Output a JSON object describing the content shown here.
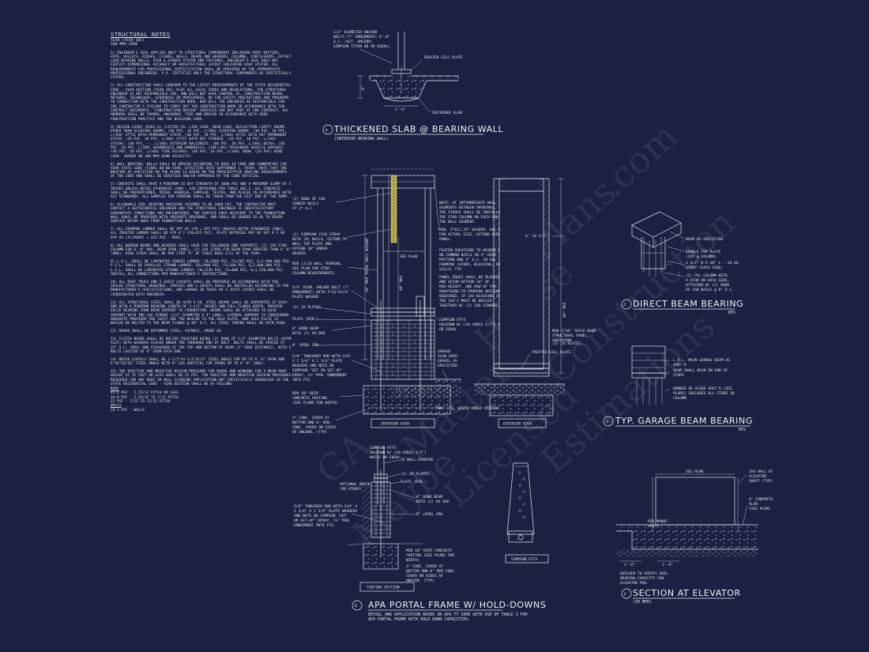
{
  "notes": {
    "title": "STRUCTURAL NOTES",
    "subtitles": [
      "YEAR (YEAR IBC)",
      "100 mph ZONE"
    ],
    "paragraphs": [
      "1) ENGINEER'S SEAL APPLIES ONLY TO STRUCTURAL COMPONENTS INCLUDING ROOF RAFTERS, HIPS, VALLEYS, RIDGES, FLOORS, WALLS, BEAMS AND HEADERS, COLUMNS, CANTILEVERS, OFFSET LOAD BEARING WALLS, PIER & GIRDER SYSTEM AND FOOTINGS. ENGINEER'S SEAL DOES NOT CERTIFY DIMENSIONAL ACCURACY OR ARCHITECTURAL LAYOUT INCLUDING ROOF SYSTEM. ALL REQUIREMENTS FOR PROFESSIONAL CERTIFICATION SHALL BE PROVIDED BY THE APPROPRIATE PROFESSIONAL ENGINEERS. P.A. CERTIFIES ONLY THE STRUCTURAL COMPONENTS AS SPECIFICALLY STATED.",
      "2) ALL CONSTRUCTION SHALL CONFORM TO THE LATEST REQUIREMENTS OF THE STATE RESIDENTIAL CODE - YEAR EDITION (YEAR IRC) PLUS ALL LOCAL CODES AND REGULATIONS. THE STRUCTURAL ENGINEER IS NOT RESPONSIBLE FOR, AND WILL NOT HAVE CONTROL OF, CONSTRUCTION MEANS, METHODS, TECHNIQUES, SEQUENCES OR PROCEDURES, OR FOR SAFETY PRECAUTIONS AND PROGRAMS IN CONNECTION WITH THE CONSTRUCTION WORK, NOR WILL THE ENGINEER BE RESPONSIBLE FOR THE CONTRACTOR'S FAILURE TO CARRY OUT THE CONSTRUCTION WORK IN ACCORDANCE WITH THE CONTRACT DOCUMENTS. \"CONSTRUCTION REVIEW\" SERVICES ARE NOT PART OF OUR CONTRACT. ALL MEMBERS SHALL BE FRAMED, ANCHORED, TIED AND BRACED IN ACCORDANCE WITH GOOD CONSTRUCTION PRACTICE AND THE BUILDING CODE.",
      "3) DESIGN LOADS (R301.4) (LISTED AS: LIVE LOAD, DEAD LOAD, DEFLECTION LIMIT) ROOMS OTHER THAN SLEEPING ROOMS: (40 PSF, 10 PSF, L/360) SLEEPING ROOMS: (30 PSF, 10 PSF, L/360) ATTIC WITH PERMANENT STAIR: (40 PSF, 10 PSF, L/360) ATTIC WITH OUT PERMANENT STAIR: (20 PSF, 10 PSF, L/360) ATTIC WITH OUT STORAGE: (10 PSF, 10 PSF, L/240) STAIRS: (40 PSF, --, L/360) EXTERIOR BALCONIES: (60 PSF, 10 PSF, L/360) DECKS: (40 PSF, 10 PSF, L/360) GUARDRAILS AND HANDRAILS: (200 LBS) PASSENGER VEHICLE GARAGES: (50 PSF, 10 PSF, L/360) FIRE ESCAPES: (40 PSF, 10 PSF, L/360) SNOW: (20 PSF) WIND LOAD: (BASED ON 100 MPH WIND VELOCITY)",
      "4) WALL BRACING: WALLS SHALL BE BRACED ACCORDING TO R602.10 CODE AND COMMENTARY FOR YEAR STATE CODE (FINAL 08-08-YEAR, EFFECTIVE DATE SEPTEMBER 1, YEAR). NOTE THAT THE BRACING AS SPECIFIED ON THE PLANS IS BASED ON THE PRESCRIPTIVE BRACING REQUIREMENTS OF THE CODE AND SHALL BE VERIFIED AND/OR APPROVED BY THE CODE OFFICIAL.",
      "5) CONCRETE SHALL HAVE A MINIMUM 28 DAY STRENGTH OF 3000 PSI AND A MAXIMUM SLUMP OF 5 INCHES UNLESS NOTED OTHERWISE (UNO). AIR ENTRAINED PER TABLE 402.2. ALL CONCRETE SHALL BE PROPORTIONED, MIXED, HANDLED, SAMPLED, TESTED, AND PLACED IN ACCORDANCE WITH ACI STANDARDS. ALL SAMPLES FOR FRAMING SHALL BE TAKEN FROM THE EXIT END OF THE PUMP.",
      "6) ALLOWABLE SOIL BEARING PRESSURE ASSUMED TO BE 2000 PSF. THE CONTRACTOR MUST CONTACT A GEOTECHNICAL ENGINEER AND THE STRUCTURAL ENGINEER IF UNSATISFACTORY SUBSURFACE CONDITIONS ARE ENCOUNTERED. THE SURFACE AREA ADJACENT TO THE FOUNDATION WALL SHALL BE PROVIDED WITH ADEQUATE DRAINAGE, AND SHALL BE GRADED SO AS TO DRAIN SURFACE WATER AWAY FROM FOUNDATION WALLS.",
      "7) ALL FRAMING LUMBER SHALL BE SPF #2 (Fb = 875 PSI) UNLESS NOTED OTHERWISE (UNO). ALL TREATED LUMBER SHALL BE SYP # 2 (Fb=975 PSI). PLATE MATERIAL MAY BE SPF # 3 OR SYP #3 (Fc(perp) = 425 PSI - MIN).",
      "8) ALL WOODEN BEAMS AND HEADERS SHALL HAVE THE FOLLOWING END SUPPORTS: (1) 2x4 STUD COLUMN FOR 6'-0\" MAX. BEAM SPAN (UNO), (2) 2x4 STUDS FOR BEAM SPAN GREATER THAN 6'-0\" (UNO). KING STUDS SHALL BE PER ITEM \"D\" OF TABLE R602.3(5) OF THE YEAR.",
      "9) L.V.L. SHALL BE LAMINATED VENEER LUMBER: Fb=2600 PSI, Fv=285 PSI, E=1,900,000 PSI. P.S.L. SHALL BE PARALLEL STRAND LUMBER: Fb=2900 PSI, Fv=290 PSI, E=2,000,000 PSI. L.S.L. SHALL BE LAMINATED STRAND LUMBER: Fb=2250 PSI, Fv=400 PSI, E=1,550,000 PSI. INSTALL ALL CONNECTIONS PER MANUFACTURER'S INSTRUCTIONS.",
      "10) ALL ROOF TRUSS AND I-JOIST LAYOUTS SHALL BE PREPARED IN ACCORDANCE WITH THE SEALED STRUCTURAL DRAWINGS. TRUSSES AND I-JOISTS SHALL BE INSTALLED ACCORDING TO THE MANUFACTURER'S SPECIFICATIONS. ANY CHANGE IN TRUSS OR I-JOIST LAYOUT SHALL BE COORDINATED WITH ENGINEER.",
      "11) ALL STRUCTURAL STEEL SHALL BE ASTM A-36. STEEL BEAMS SHALL BE SUPPORTED AT EACH END WITH A MINIMUM BEARING LENGTH OF 3-1/2\" INCHES AND FULL FLANGE WIDTH. PROVIDE SOLID BEARING FROM BEAM SUPPORT TO FOUNDATION. BEAMS SHALL BE ATTACHED TO EACH SUPPORT WITH TWO LAG SCREWS (1/2\" DIAMETER x 4\" LONG). LATERAL SUPPORT IS CONSIDERED ADEQUATE PROVIDED THE JOIST ARE TOE NAILED TO THE SOLE PLATE, AND SOLE PLATE IS NAILED OR BOLTED TO THE BEAM FLANGE @ 48\" O.C. ALL STEEL TUBING SHALL BE ASTM A500.",
      "12) REBAR SHALL BE DEFORMED STEEL, ASTM615, GRADE 60.",
      "13) FLITCH BEAMS SHALL BE BOLTED TOGETHER USING (2) ROWS OF 1/2\" DIAMETER BOLTS (ASTM A325) WITH WASHERS PLACED UNDER THE THREADED END OF BOLT. BOLTS SHALL BE SPACED AT 24\" O.C. (MAX) AND STAGGERED AT THE TOP AND BOTTOM OF BEAM (2\" EDGE DISTANCE), WITH 2 BOLTS LOCATED AT 6\" FROM EACH END.",
      "14) BRICK LINTELS SHALL BE 3-1/2\"x3-1/2\"x1/4\" STEEL ANGLE FOR UP TO 6'-0\" SPAN AND 6\"x4\"x5/16\" STEEL ANGLE WITH 6\" LEG VERTICAL FOR SPANS UP TO 9'-0\" (UNO).",
      "15) THE POSITIVE AND NEGATIVE DESIGN PRESSURE FOR DOORS AND WINDOWS FOR A MEAN ROOF HEIGHT OF 35 FEET OR LESS SHALL BE 25 PSF. THE POSITIVE AND NEGATIVE DESIGN PRESSURES REQUIRED FOR ANY ROOF OR WALL CLADDING APPLICATION NOT SPECIFICALLY ADDRESSED IN THE STATE RESIDENTIAL CODE - YEAR EDITION SHALL BE AS FOLLOWS:"
    ],
    "pressures": [
      "ROOF",
      "45.4 PSF - 2.25/12 PITCH OR LESS",
      "34.8 PSF - 2.25/12 TO 7/12 PITCH",
      "21 PSF - 7/12 TO 12/12 PITCH",
      "WALLS",
      "24.1 PSF - WALLS"
    ]
  },
  "details": {
    "A": {
      "letter": "A",
      "title": "THICKENED SLAB @ BEARING WALL",
      "subtitle": "(INTERIOR BEARING WALL)",
      "labels": [
        "1/2\" DIAMETER ANCHOR BOLTS (7\" EMBEDMENT) 6'-0\" O.C. (ALT. ANCHOR: SIMPSON TITEN HD OR EQUAL)",
        "TREATED SILL PLATE",
        "THICKENED SLAB"
      ],
      "dims": [
        "1'-6\"",
        "8\""
      ]
    },
    "B": {
      "letter": "B",
      "title": "APA PORTAL FRAME W/ HOLD-DOWNS",
      "subtitle": "DETAIL AND APPLICATION BASED ON APA TT-100E WITH USE OF TABLE 1 FOR APA PORTAL FRAME WITH HOLD DOWN CAPACITIES.",
      "interior_label": "INTERIOR VIEW",
      "exterior_label": "EXTERIOR VIEW",
      "footing_label": "FOOTING SECTION",
      "hardware_label": "SIMPSON HTT4",
      "left_labels": [
        "(2) ROWS OF 16d SINKER NAILS AT 3\" O.C.",
        "(2) SIMPSON CS16 STRAP WITH (8) NAILS, EXTEND TO WALL TOP PLATE AND EXTEND 20\" UNDER HEADER",
        "MIN (2)2X WALL FRAMING, SEE PLAN FOR STUD COLUMN REQUIREMENTS.",
        "5/8\" DIAM. ANCHOR BOLT (7\" EMBEDMENT) WITH 3\"x3\"x1/4\" PLATE WASHER",
        "(2) 2x PLATES",
        "PLATE (MIN.)",
        "8\" BOND BEAM WITH (1) #4 BAR",
        "8\" (MIN) CMU",
        "5/8\" THREADED ROD WITH 3/8\" x 1 3/4\" x 1 3/4\" PLATE WASHERS AND NUTS OR SIMPSON \"SET OR SET-XP\" EPOXY, 11\" MIN. EMBEDMENT INTO FTG.",
        "MIN 10\" DEEP CONCRETE FOOTING (SEE PLANS FOR WIDTH)",
        "3\" CONC. COVER AT BOTTOM AND 6\" MIN. CONC. COVER ON SIDES OF ANCHOR, (TYP)"
      ],
      "mid_labels": [
        "NOTE: AT INTERMEDIATE WALL SEGMENTS BETWEEN OPENINGS, THE STRAPS SHALL BE INSTALLED AT THE STUD COLUMN ON EACH END OF THE WALL SEGMENT.",
        "MIN. 3\"x11.25\" HEADER. SEE PLAN FOR ACTUAL SIZE. EXTEND OVER PANEL.",
        "FASTEN SHEATHING TO HEADER W/ 8d COMMON NAILS IN 3\" GRID PATTERN AND 3\" O.C. IN ALL FRAMING (STUDS, BLOCKING, AND SILLS) TYP.",
        "PANEL EDGES SHALL BE BLOCKED AND OCCUR WITHIN 24\" OF MID-HEIGHT. ONE ROW OF TYP. SHEATHING-TO-FRAMING NAILING IS REQUIRED. IF 2x4 BLOCKING IS USED, THE 2X4'S MUST BE NAILED TOGETHER W/ (3) 16d SINKERS.",
        "SIMPSON HTT4 HOLDOWN W/ (18-16dx2-1/2\") NAILS OR EQUAL",
        "GARAGE SLAB OVER GRAVEL AS SPECIFIED",
        "MIN. FTG. WIDTH UNDER OPENING"
      ],
      "ext_labels": [
        "MIN 7/16\" THICK WOOD STRUCTURAL PANEL SHEATHING",
        "(2) 2x PLATES",
        "TREATED SILL PLATE"
      ],
      "ext_dims": [
        "6' 10 1/2\"",
        "40\" MAX",
        "6\" MIN",
        "SEE PLAN",
        "10' MAX TOTAL WALL HEIGHT"
      ],
      "footing_labels": [
        "SIMPSON HTT4 HOLDOWN W/ (18-16dx2-1/2\") NAILS OR EQUAL",
        "2X WALL FRAMING",
        "(2) 2x PLATES",
        "PLATE (MIN.)",
        "OPTIONAL BRICK (OR OTHER)",
        "8\" BOND BEAM WITH (1) #4 BAR",
        "8\" (MIN) CMU",
        "5/8\" THREADED ROD WITH 3/8\" x 1 3/4\" x 1 3/4\" PLATE WASHERS AND NUTS OR SIMPSON \"SET OR SET-XP\" EPOXY, 11\" MIN. EMBEDMENT INTO FTG.",
        "MIN 10\" DEEP CONCRETE FOOTING (SEE PLANS FOR WIDTH)",
        "3\" CONC. COVER AT BOTTOM AND 6\" MIN. CONC. COVER ON SIDES OF ANCHOR, (TYP)"
      ]
    },
    "C": {
      "letter": "C",
      "title": "DIRECT BEAM BEARING",
      "note": "NTS",
      "labels": [
        "BEAM AS SPECIFIED",
        "DOUBLE TOP PLATE (CUT @ COLUMN)",
        "1 1/2\" W x 20\" L - 18 GA. STRAP (EACH SIDE)",
        "(2) PSL COLUMN WITH A STUD ON EACH SIDE, ATTACHED W/ (2) ROWS OF 16d NAILS @ 8\" O.C."
      ]
    },
    "D": {
      "letter": "D",
      "title": "TYP. GARAGE BEAM BEARING",
      "note": "NTS",
      "labels": [
        "L.V.L. MAIN GARAGE BEAM AS SPEC'D",
        "BEAM SHALL BEAR ON END OF STUDS",
        "NUMBER OF STUDS SPEC'D (SEE PLANS) INCLUDES ALL STUDS IN COLUMN"
      ]
    },
    "E": {
      "letter": "E",
      "title": "SECTION AT ELEVATOR",
      "note": "(30 MPH)",
      "labels": [
        "SEE PLAN",
        "2x4 WALL AT ELEVATOR SHAFT (TYP)",
        "4\" CONCRETE SLAB (SEE PLAN)",
        "PER MANUF. SPECS",
        "BUILDER TO VERIFY SOIL BEARING CAPACITY FOR ELEVATOR PAD."
      ],
      "dims": [
        "1'-0\"",
        "1'-0\""
      ]
    }
  },
  "watermark": [
    "GA",
    "Maybe",
    "Master",
    "House",
    "Plans",
    ".com",
    "Licensed",
    "Construction",
    "Estimations"
  ]
}
